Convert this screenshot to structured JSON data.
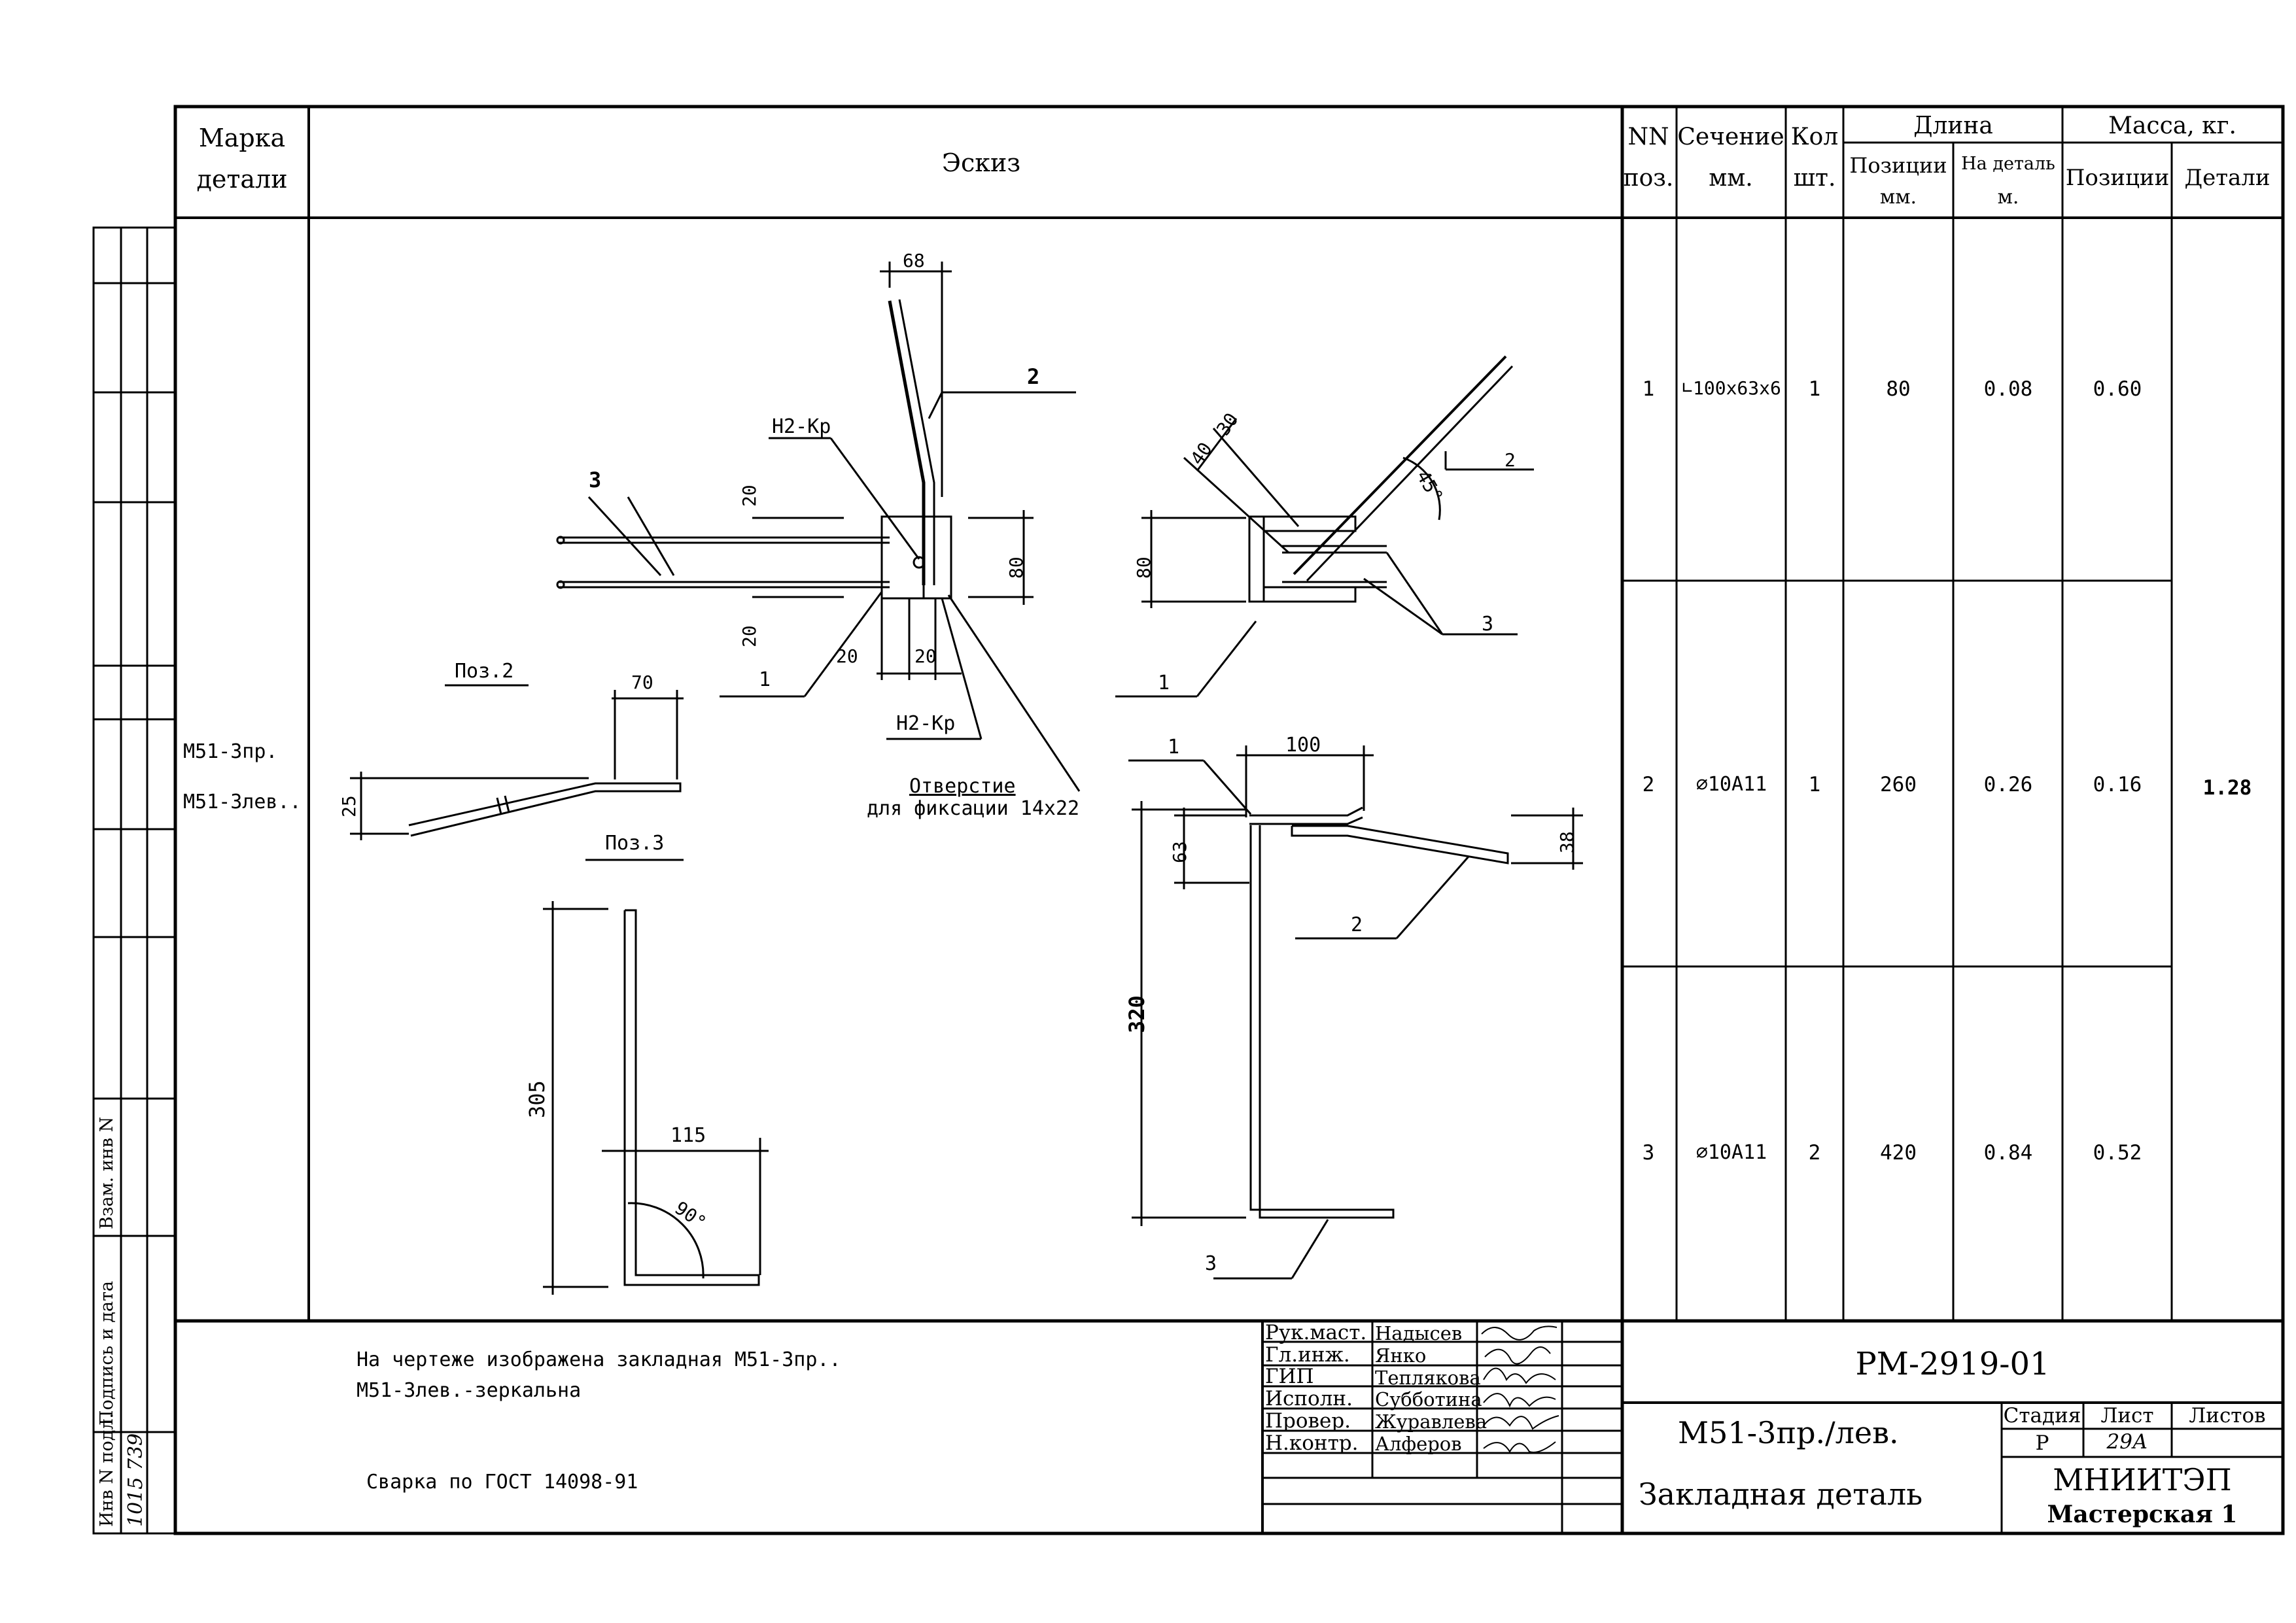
{
  "header": {
    "mark_line1": "Марка",
    "mark_line2": "детали",
    "sketch": "Эскиз",
    "nn_line1": "NN",
    "nn_line2": "поз.",
    "section_line1": "Сечение",
    "section_line2": "мм.",
    "qty_line1": "Кол",
    "qty_line2": "шт.",
    "length": "Длина",
    "len_pos_line1": "Позиции",
    "len_pos_line2": "мм.",
    "len_det_line1": "На деталь",
    "len_det_line2": "м.",
    "mass": "Масса, кг.",
    "mass_pos": "Позиции",
    "mass_det": "Детали"
  },
  "marks": [
    "М51-3пр.",
    "М51-3лев.."
  ],
  "rows": [
    {
      "pos": "1",
      "section": "∟100x63x6",
      "qty": "1",
      "len_pos": "80",
      "len_det": "0.08",
      "mass_pos": "0.60"
    },
    {
      "pos": "2",
      "section": "⌀10А11",
      "qty": "1",
      "len_pos": "260",
      "len_det": "0.26",
      "mass_pos": "0.16"
    },
    {
      "pos": "3",
      "section": "⌀10А11",
      "qty": "2",
      "len_pos": "420",
      "len_det": "0.84",
      "mass_pos": "0.52"
    }
  ],
  "mass_detail_total": "1.28",
  "drawing": {
    "dim_68": "68",
    "dim_20a": "20",
    "dim_20b": "20",
    "dim_80": "80",
    "dim_20c": "20",
    "dim_20d": "20",
    "label_h2kp_top": "Н2-Кр",
    "label_h2kp_bottom": "Н2-Кр",
    "pos_label_2": "2",
    "pos_label_3": "3",
    "pos_label_1": "1",
    "hole_line1": "Отверстие",
    "hole_line2": "для фиксации 14х22",
    "poz2": "Поз.2",
    "poz3": "Поз.3",
    "dim_70": "70",
    "dim_25": "25",
    "dim_305": "305",
    "dim_115": "115",
    "angle_90": "90°",
    "side_40": "40",
    "side_30": "30",
    "side_45": "45°",
    "side_80": "80",
    "side_pos2": "2",
    "side_pos3": "3",
    "side_pos1": "1",
    "plan_pos1": "1",
    "plan_100": "100",
    "plan_63": "63",
    "plan_38": "38",
    "plan_pos2": "2",
    "plan_320": "320",
    "plan_pos3": "3"
  },
  "notes": {
    "line1": "На чертеже изображена закладная М51-3пр..",
    "line2": "М51-3лев.-зеркальна",
    "welding": "Сварка по ГОСТ 14098-91"
  },
  "signatures": [
    {
      "role": "Рук.маст.",
      "name": "Надысев"
    },
    {
      "role": "Гл.инж.",
      "name": "Янко"
    },
    {
      "role": "ГИП",
      "name": "Теплякова"
    },
    {
      "role": "Исполн.",
      "name": "Субботина"
    },
    {
      "role": "Провер.",
      "name": "Журавлева"
    },
    {
      "role": "Н.контр.",
      "name": "Алферов"
    }
  ],
  "title_block": {
    "doc_code": "РМ-2919-01",
    "part_mark": "М51-3пр./лев.",
    "part_name": "Закладная деталь",
    "stage_label": "Стадия",
    "sheet_label": "Лист",
    "sheets_label": "Листов",
    "stage_value": "Р",
    "sheet_value": "29А",
    "org": "МНИИТЭП",
    "workshop": "Мастерская 1"
  },
  "side_stamp": {
    "inv_label": "Инв N подл.",
    "sign_label": "Подпись и дата",
    "replace_label": "Взам. инв N",
    "inv_value": "1015 739"
  }
}
